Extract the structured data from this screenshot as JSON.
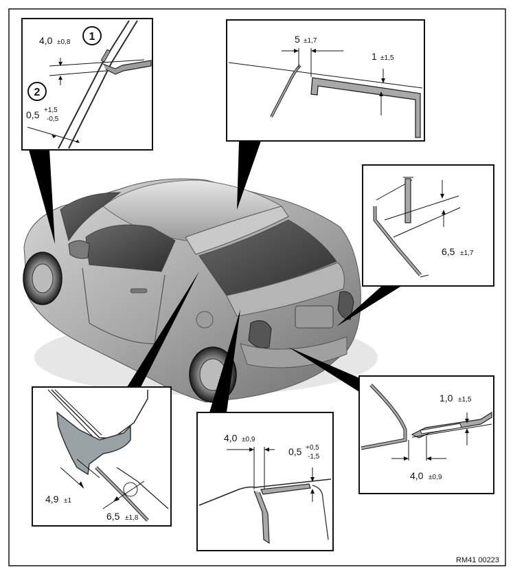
{
  "image_code": "RM41 00223",
  "detail_top_left": {
    "marker_1": "1",
    "marker_2": "2",
    "dim_a_value": "4,0",
    "dim_a_tol": "±0,8",
    "dim_b_value": "0,5",
    "dim_b_tol_upper": "+1,5",
    "dim_b_tol_lower": "-0,5"
  },
  "detail_top_center": {
    "dim_a_value": "5",
    "dim_a_tol": "±1,7",
    "dim_b_value": "1",
    "dim_b_tol": "±1,5"
  },
  "detail_right": {
    "dim_value": "6,5",
    "dim_tol": "±1,7"
  },
  "detail_bottom_left": {
    "dim_a_value": "4,9",
    "dim_a_tol": "±1",
    "dim_b_value": "6,5",
    "dim_b_tol": "±1,8"
  },
  "detail_bottom_center": {
    "dim_a_value": "4,0",
    "dim_a_tol": "±0,9",
    "dim_b_value": "0,5",
    "dim_b_tol_upper": "+0,5",
    "dim_b_tol_lower": "-1,5"
  },
  "detail_bottom_right": {
    "dim_a_value": "1,0",
    "dim_a_tol": "±1,5",
    "dim_b_value": "4,0",
    "dim_b_tol": "±0,9"
  }
}
